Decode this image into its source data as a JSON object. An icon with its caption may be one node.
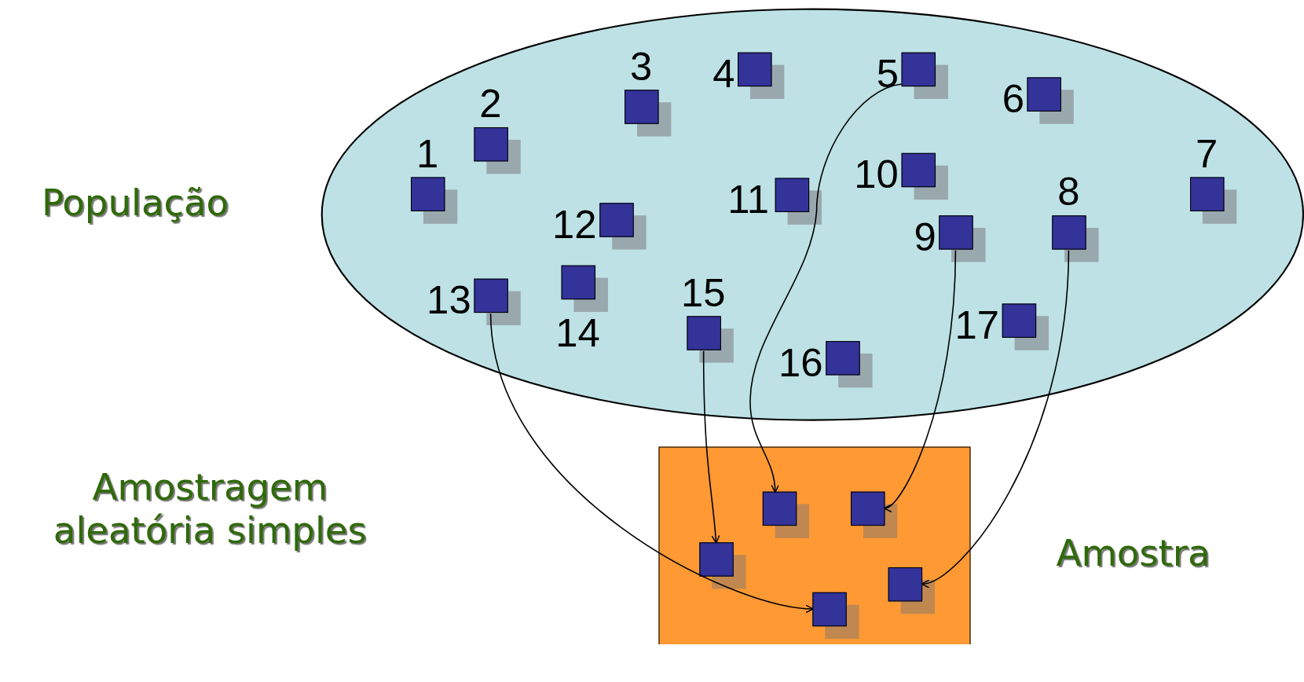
{
  "diagram": {
    "nodes": [
      {
        "text": [
          "População"
        ]
      },
      {
        "text": [
          "1"
        ],
        "in": 0
      },
      {
        "text": [
          "2"
        ],
        "in": 0
      },
      {
        "text": [
          "3"
        ],
        "in": 0
      },
      {
        "text": [
          "4"
        ],
        "in": 0
      },
      {
        "text": [
          "5"
        ],
        "in": 0
      },
      {
        "text": [
          "6"
        ],
        "in": 0
      },
      {
        "text": [
          "7"
        ],
        "in": 0
      },
      {
        "text": [
          "8"
        ],
        "in": 0
      },
      {
        "text": [
          "9"
        ],
        "in": 0
      },
      {
        "text": [
          "10"
        ],
        "in": 0
      },
      {
        "text": [
          "11"
        ],
        "in": 0
      },
      {
        "text": [
          "12"
        ],
        "in": 0
      },
      {
        "text": [
          "13"
        ],
        "in": 0
      },
      {
        "text": [
          "14"
        ],
        "in": 0
      },
      {
        "text": [
          "15"
        ],
        "in": 0
      },
      {
        "text": [
          "16"
        ],
        "in": 0
      },
      {
        "text": [
          "17"
        ],
        "in": 0
      },
      {
        "text": [
          "Amostra"
        ]
      },
      {
        "text": [],
        "shape": "box",
        "in": 18
      },
      {
        "text": [],
        "shape": "box",
        "in": 18
      },
      {
        "text": [],
        "shape": "box",
        "in": 18
      },
      {
        "text": [],
        "shape": "box",
        "in": 18
      },
      {
        "text": [],
        "shape": "box",
        "in": 18
      }
    ],
    "edges": [
      {
        "from": 5,
        "to": 20,
        "arrow": "to"
      },
      {
        "from": 9,
        "to": 22,
        "arrow": "to"
      },
      {
        "from": 8,
        "to": 23,
        "arrow": "to"
      },
      {
        "from": 15,
        "to": 19,
        "arrow": "to"
      },
      {
        "from": 13,
        "to": 21,
        "arrow": "to"
      }
    ],
    "labels": [
      "Amostragem aleatória simples"
    ]
  }
}
